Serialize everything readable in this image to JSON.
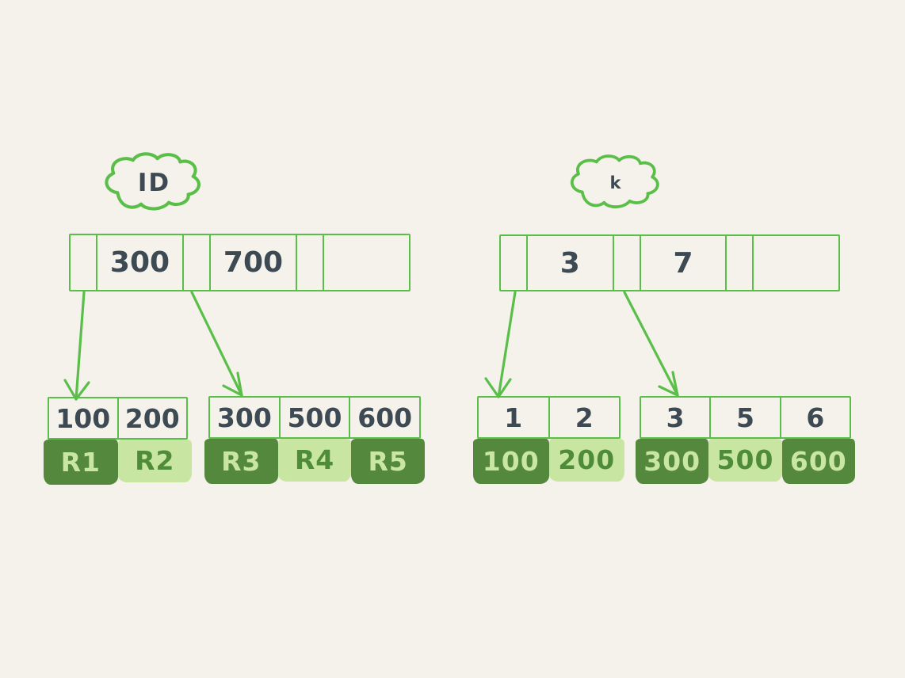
{
  "colors": {
    "background": "#f4f2ea",
    "accent_green": "#5abf48",
    "dark_cell_green": "#54883d",
    "light_cell_green": "#c8e5a2",
    "text_on_dark": "#c9e7a3",
    "text_on_light": "#4f8c3a",
    "ink": "#3e4a53"
  },
  "left_tree": {
    "label": "ID",
    "root": {
      "cells": [
        "",
        "300",
        "",
        "700",
        "",
        ""
      ]
    },
    "leaves": [
      {
        "keys": [
          "100",
          "200"
        ],
        "values": [
          {
            "text": "R1",
            "tone": "dark"
          },
          {
            "text": "R2",
            "tone": "light"
          }
        ]
      },
      {
        "keys": [
          "300",
          "500",
          "600"
        ],
        "values": [
          {
            "text": "R3",
            "tone": "dark"
          },
          {
            "text": "R4",
            "tone": "light"
          },
          {
            "text": "R5",
            "tone": "dark"
          }
        ]
      }
    ]
  },
  "right_tree": {
    "label": "k",
    "root": {
      "cells": [
        "",
        "3",
        "",
        "7",
        "",
        ""
      ]
    },
    "leaves": [
      {
        "keys": [
          "1",
          "2"
        ],
        "values": [
          {
            "text": "100",
            "tone": "dark"
          },
          {
            "text": "200",
            "tone": "light"
          }
        ]
      },
      {
        "keys": [
          "3",
          "5",
          "6"
        ],
        "values": [
          {
            "text": "300",
            "tone": "dark"
          },
          {
            "text": "500",
            "tone": "light"
          },
          {
            "text": "600",
            "tone": "dark"
          }
        ]
      }
    ]
  }
}
